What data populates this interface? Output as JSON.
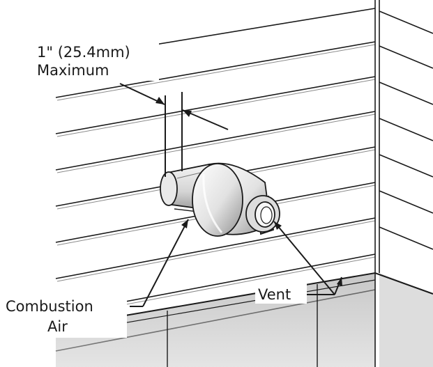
{
  "labels": {
    "clearance_line1": "1\" (25.4mm)",
    "clearance_line2": "Maximum",
    "vent": "Vent",
    "combustion_line1": "Combustion",
    "combustion_line2": "Air"
  },
  "colors": {
    "line": "#1a1a1a",
    "siding_shadow": "#777777",
    "terminal_fill": "#e6e6e6",
    "terminal_shade": "#9a9a9a",
    "foundation": "#bdbdbd",
    "foundation_dark": "#8c8c8c"
  }
}
